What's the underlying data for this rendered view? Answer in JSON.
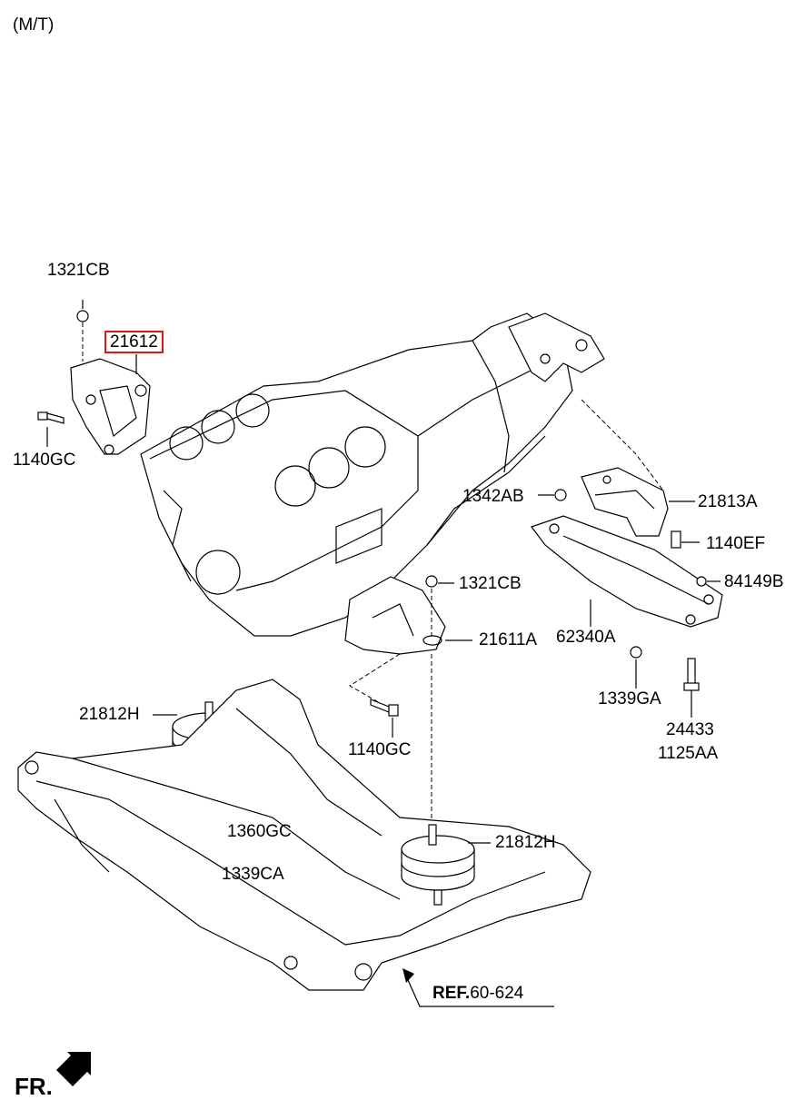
{
  "header": {
    "variant": "(M/T)"
  },
  "highlight_color": "#e0161a",
  "callouts": {
    "c1321cb_top": "1321CB",
    "c21612": "21612",
    "c1140gc_left": "1140GC",
    "c1342ab": "1342AB",
    "c21813a": "21813A",
    "c1140ef": "1140EF",
    "c84149b": "84149B",
    "c1321cb_mid": "1321CB",
    "c21611a": "21611A",
    "c62340a": "62340A",
    "c1339ga": "1339GA",
    "c24433": "24433",
    "c1125aa": "1125AA",
    "c21812h_left": "21812H",
    "c1140gc_mid": "1140GC",
    "c1360gc": "1360GC",
    "c1339ca": "1339CA",
    "c21812h_right": "21812H"
  },
  "reference": {
    "prefix": "REF.",
    "number": "60-624"
  },
  "direction": {
    "label": "FR."
  }
}
